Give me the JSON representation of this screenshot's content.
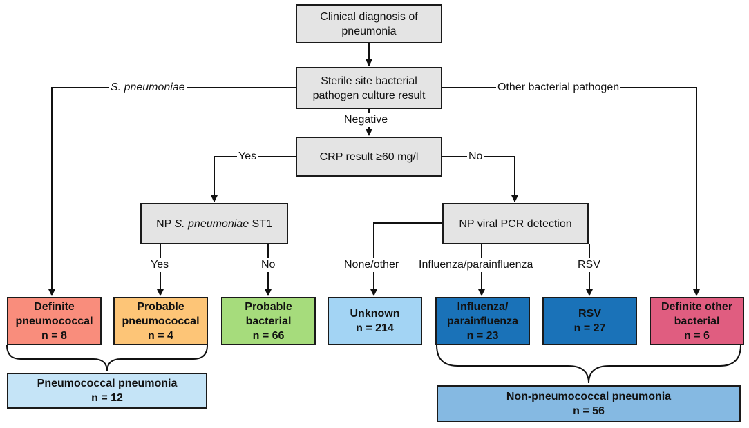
{
  "nodes": {
    "clinical_diagnosis": {
      "line1": "Clinical diagnosis of",
      "line2": "pneumonia"
    },
    "sterile_culture": {
      "line1": "Sterile site bacterial",
      "line2": "pathogen culture result"
    },
    "crp": {
      "text": "CRP result ≥60 mg/l"
    },
    "np_st1": {
      "prefix": "NP ",
      "italic": "S. pneumoniae",
      "suffix": " ST1"
    },
    "np_viral": {
      "text": "NP viral PCR detection"
    }
  },
  "outcomes": {
    "definite_pneumococcal": {
      "line1": "Definite",
      "line2": "pneumococcal",
      "count": "n = 8",
      "color": "#f98d7c"
    },
    "probable_pneumococcal": {
      "line1": "Probable",
      "line2": "pneumococcal",
      "count": "n = 4",
      "color": "#fdc577"
    },
    "probable_bacterial": {
      "line1": "Probable",
      "line2": "bacterial",
      "count": "n = 66",
      "color": "#a6dc7c"
    },
    "unknown": {
      "line1": "Unknown",
      "count": "n = 214",
      "color": "#a3d4f4"
    },
    "influenza": {
      "line1": "Influenza/",
      "line2": "parainfluenza",
      "count": "n = 23",
      "color": "#1a72b8"
    },
    "rsv": {
      "line1": "RSV",
      "count": "n = 27",
      "color": "#1a72b8"
    },
    "definite_other": {
      "line1": "Definite other",
      "line2": "bacterial",
      "count": "n = 6",
      "color": "#e05d80"
    }
  },
  "summaries": {
    "pneumococcal": {
      "line1": "Pneumococcal pneumonia",
      "line2": "n = 12",
      "color": "#c5e4f7"
    },
    "non_pneumococcal": {
      "line1": "Non-pneumococcal pneumonia",
      "line2": "n = 56",
      "color": "#85b9e2"
    }
  },
  "edge_labels": {
    "s_pneumoniae": "S. pneumoniae",
    "other_bacterial": "Other bacterial pathogen",
    "negative": "Negative",
    "crp_yes": "Yes",
    "crp_no": "No",
    "st1_yes": "Yes",
    "st1_no": "No",
    "none_other": "None/other",
    "influenza_parainfluenza": "Influenza/parainfluenza",
    "rsv": "RSV"
  }
}
